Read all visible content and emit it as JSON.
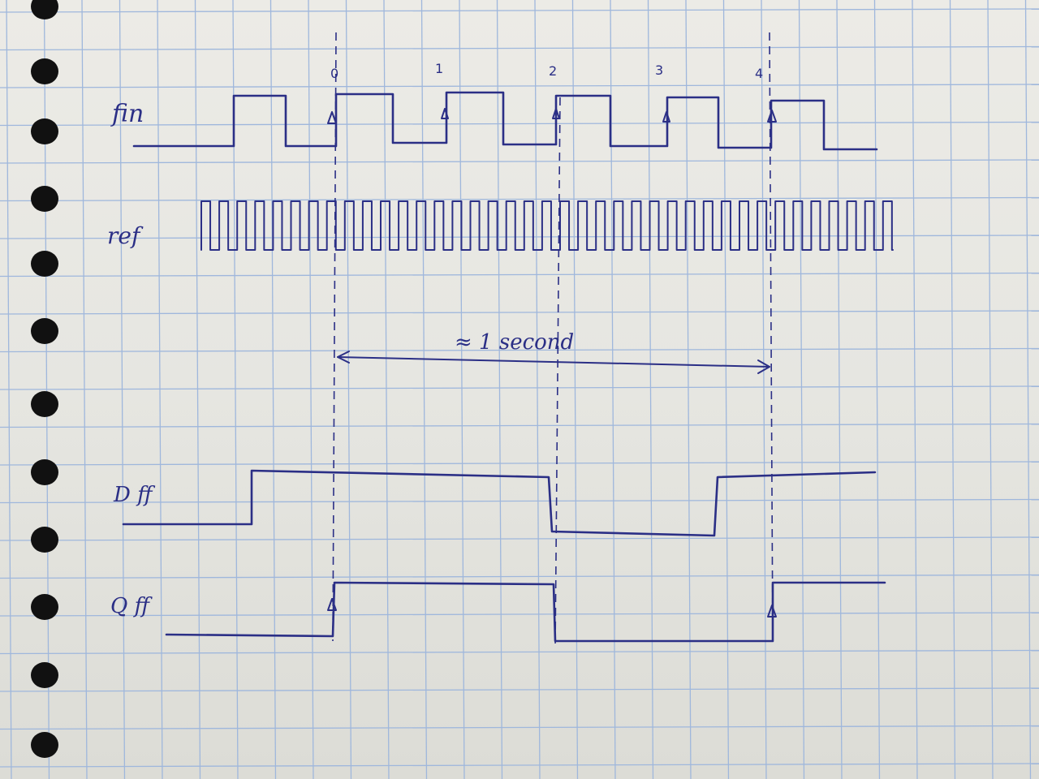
{
  "signals": [
    {
      "id": "fin",
      "label": "fin"
    },
    {
      "id": "ref",
      "label": "ref"
    },
    {
      "id": "d",
      "label": "D ff"
    },
    {
      "id": "q",
      "label": "Q ff"
    }
  ],
  "ticks": [
    "0",
    "1",
    "2",
    "3",
    "4"
  ],
  "span_label": "≈ 1 second",
  "colors": {
    "ink": "#2b2f86",
    "grid": "#9fb7dc",
    "paper": "#ecebe6",
    "hole": "#111111"
  },
  "icons": {
    "edge_marker": "arrow-up-icon"
  }
}
